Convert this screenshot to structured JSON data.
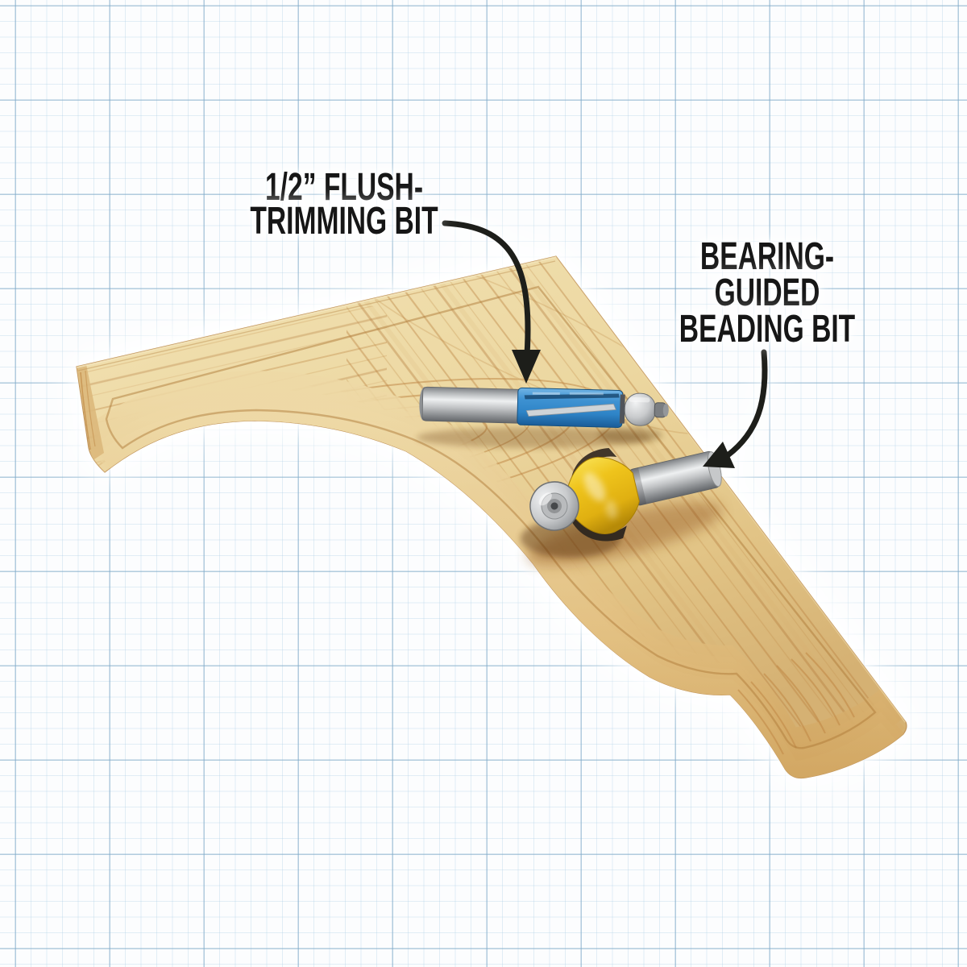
{
  "callouts": {
    "flush_trim": {
      "lines": [
        "1/2” FLUSH-",
        "TRIMMING BIT"
      ]
    },
    "beading": {
      "lines": [
        "BEARING-",
        "GUIDED",
        "BEADING BIT"
      ]
    }
  },
  "colors": {
    "label_text": "#161616",
    "arrow": "#1d1e1a",
    "paper": "#fcfdfe",
    "grid_minor": "#d3e2ee",
    "grid_major": "#afccdf",
    "wood_light": "#f2e2b4",
    "wood_dark": "#d5b173",
    "wood_grain": "#c08a47",
    "flush_bit_blue": "#2e84c7",
    "beading_bit_yellow": "#efc41c",
    "steel_light": "#eef0f1",
    "steel_dark": "#6a6d70"
  }
}
